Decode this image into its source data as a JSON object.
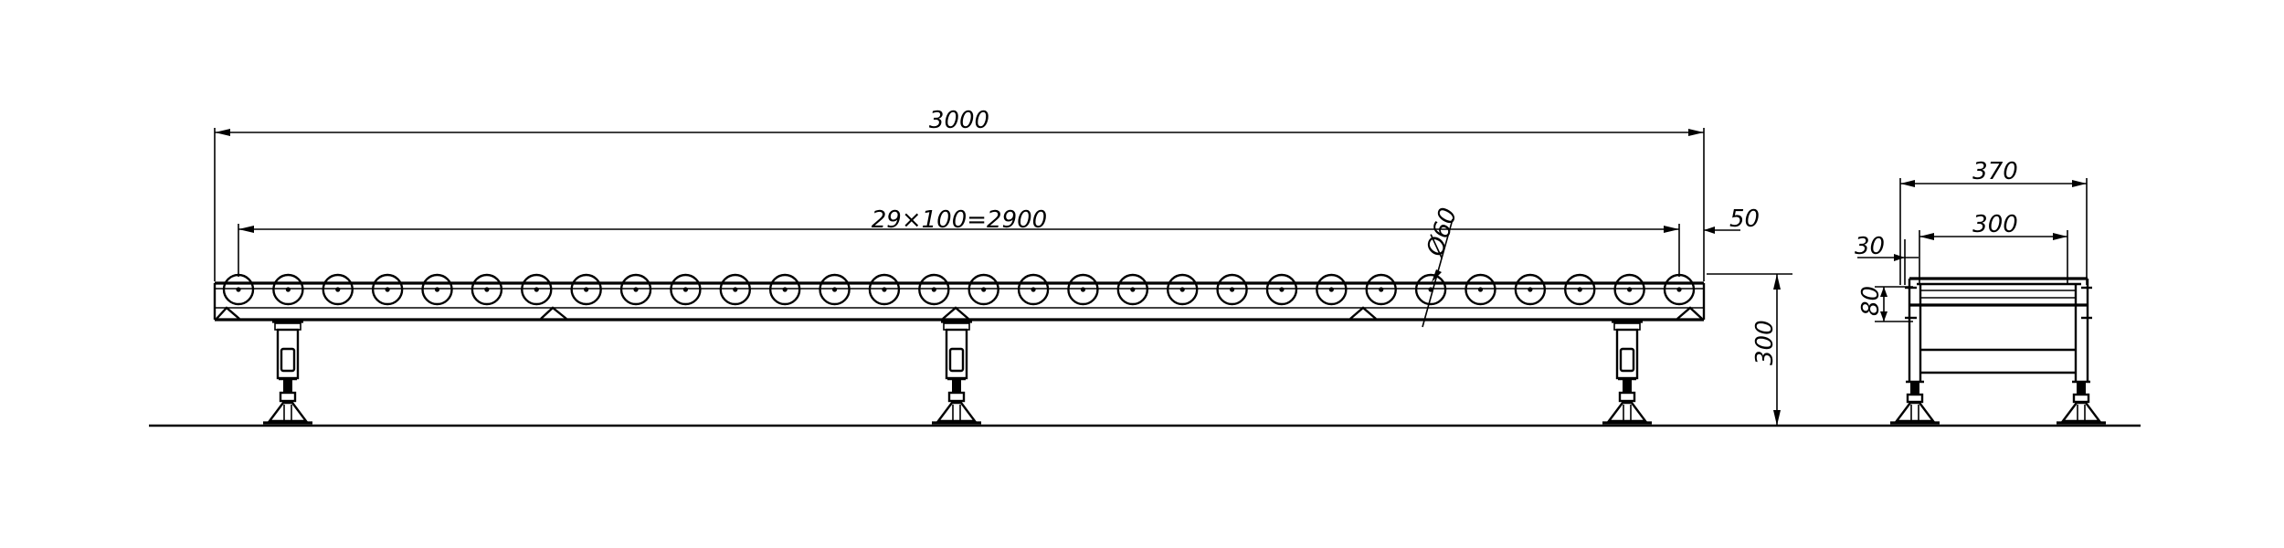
{
  "dimensions": {
    "overall_length": "3000",
    "roller_span": "29×100=2900",
    "roller_diameter": "Ø60",
    "end_offset": "50",
    "height": "300",
    "side_width_total": "370",
    "side_width_inner": "300",
    "side_frame_offset": "30",
    "side_frame_height": "80"
  },
  "roller_count": 30,
  "leg_count_front": 3,
  "leg_count_side": 2
}
